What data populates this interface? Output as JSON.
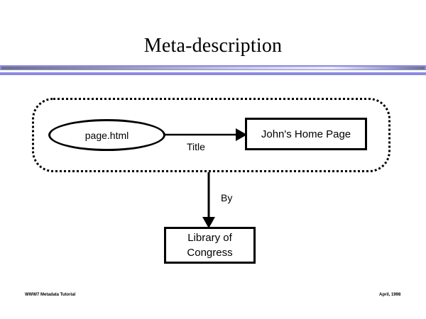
{
  "slide": {
    "title": "Meta-description",
    "accent_color": "#8b8be0",
    "rule_dark_color": "#6f6f86"
  },
  "diagram": {
    "group_label": "meta-description-group",
    "nodes": [
      {
        "id": "page-html",
        "label": "page.html",
        "shape": "ellipse"
      },
      {
        "id": "johns-home-page",
        "label": "John's Home Page",
        "shape": "rect"
      },
      {
        "id": "library-of-congress",
        "label": "Library of\nCongress",
        "shape": "rect",
        "line1": "Library of",
        "line2": "Congress"
      }
    ],
    "edges": [
      {
        "id": "title-edge",
        "label": "Title",
        "from": "page-html",
        "to": "johns-home-page",
        "direction": "right"
      },
      {
        "id": "by-edge",
        "label": "By",
        "from": "page-html",
        "to": "library-of-congress",
        "direction": "down"
      }
    ]
  },
  "footer": {
    "left": "WWW7 Metadata Tutorial",
    "right": "April, 1998"
  }
}
